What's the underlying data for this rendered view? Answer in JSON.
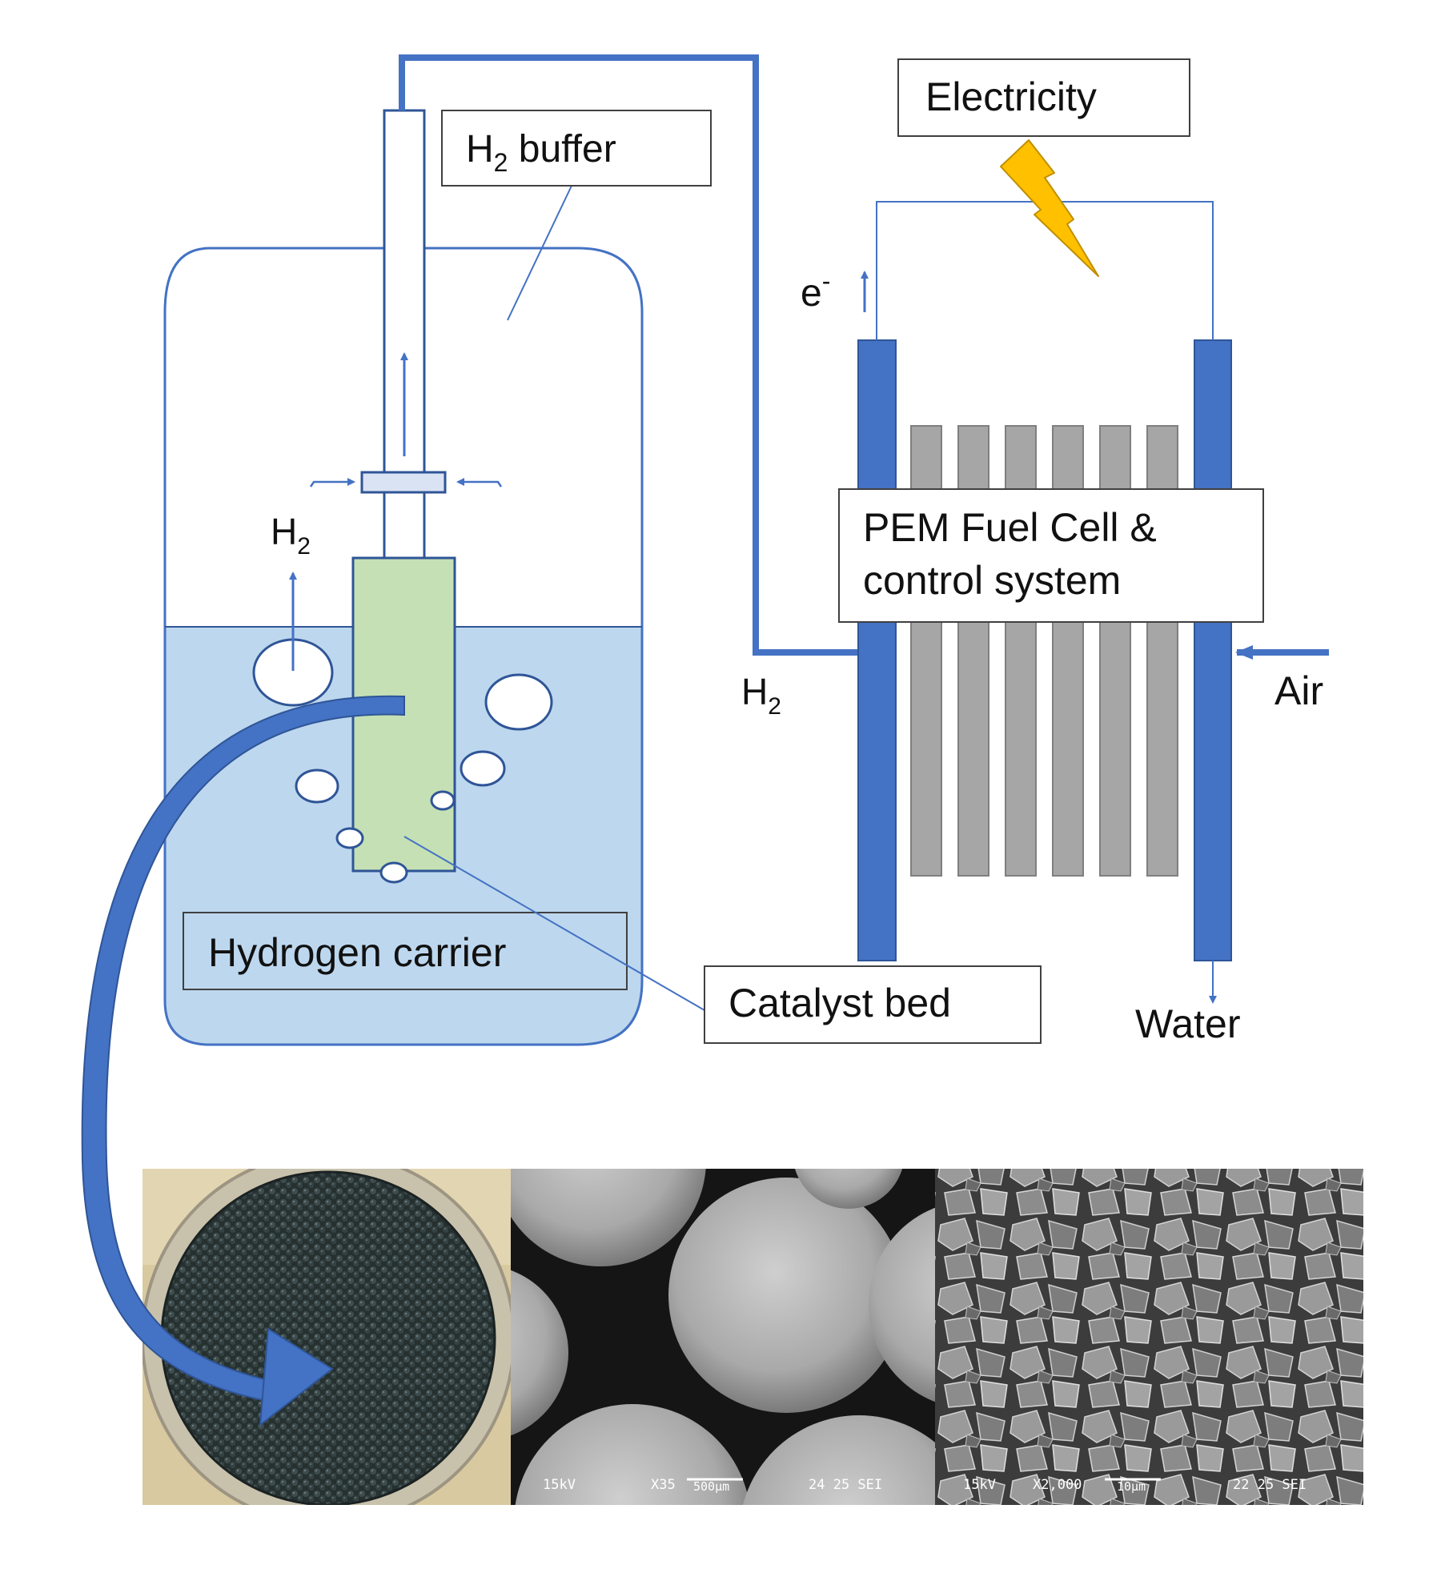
{
  "labels": {
    "h2_buffer": {
      "main": "H",
      "sub": "2",
      "rest": " buffer"
    },
    "h2_rise": {
      "main": "H",
      "sub": "2"
    },
    "h2_inlet": {
      "main": "H",
      "sub": "2"
    },
    "electron": {
      "main": "e",
      "sup": "-"
    },
    "electricity": "Electricity",
    "fuel_cell_line1": "PEM Fuel Cell &",
    "fuel_cell_line2": "control system",
    "air": "Air",
    "water": "Water",
    "hydrogen_carrier": "Hydrogen carrier",
    "catalyst_bed": "Catalyst bed"
  },
  "sem_panels": [
    {
      "voltage": "15kV",
      "magnification": "X35",
      "scale_bar": "500μm",
      "code": "24 25 SEI"
    },
    {
      "voltage": "15kV",
      "magnification": "X2,000",
      "scale_bar": "10μm",
      "code": "22 25 SEI"
    }
  ],
  "colors": {
    "blue": "#4472c4",
    "dark_blue": "#2f5597",
    "liquid": "#bdd7ee",
    "catalyst": "#c5e0b4",
    "membrane": "#a6a6a6",
    "bolt": "#ffc000",
    "photo_bg": "#d8c9a0",
    "beads": "#2e3b3c"
  }
}
